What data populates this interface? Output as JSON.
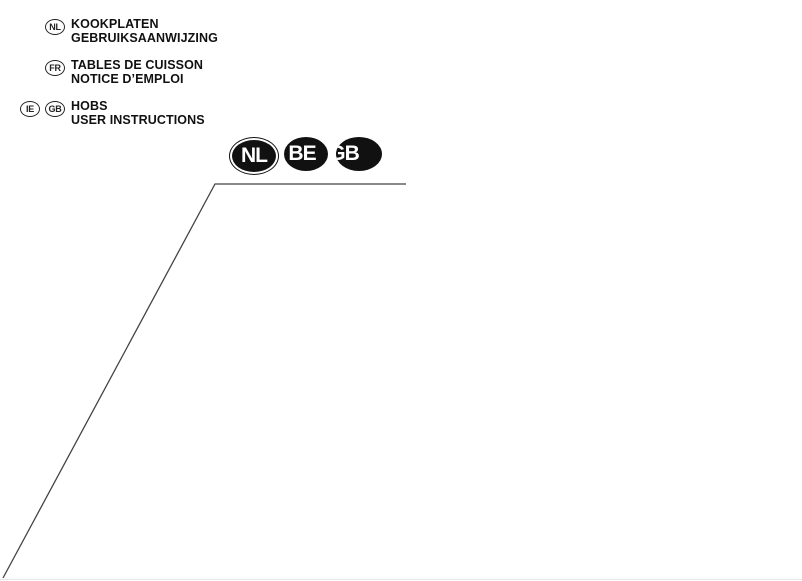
{
  "languages": [
    {
      "badges": [
        "NL"
      ],
      "line1": "KOOKPLATEN",
      "line2": "GEBRUIKSAANWIJZING"
    },
    {
      "badges": [
        "FR"
      ],
      "line1": "TABLES DE CUISSON",
      "line2": "NOTICE D’EMPLOI"
    },
    {
      "badges": [
        "IE",
        "GB"
      ],
      "line1": "HOBS",
      "line2": "USER INSTRUCTIONS"
    }
  ],
  "country_badges": [
    "NL",
    "BE",
    "GB"
  ],
  "colors": {
    "text": "#111111",
    "badge_fill": "#111111",
    "badge_text": "#ffffff",
    "line": "#333333"
  }
}
